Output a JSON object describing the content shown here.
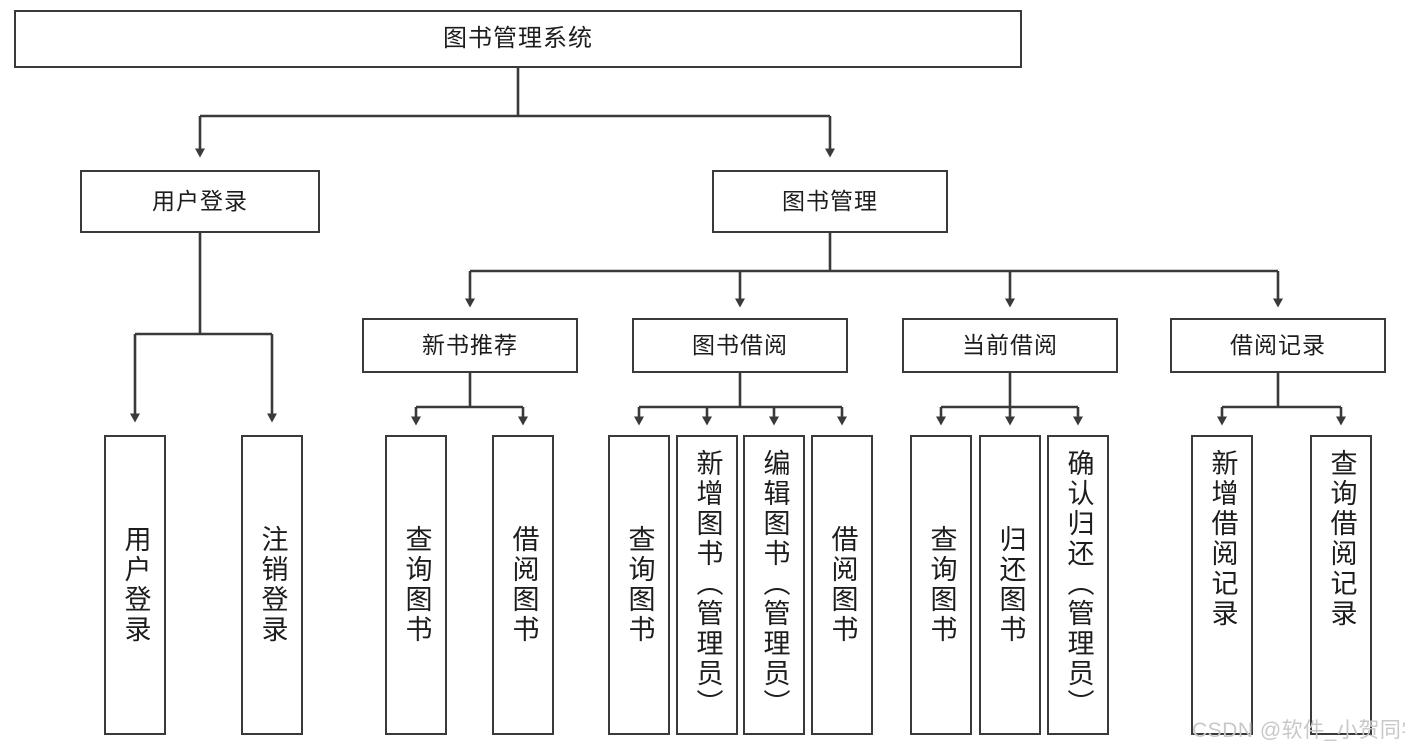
{
  "diagram": {
    "title": "图书管理系统",
    "type": "功能结构图",
    "watermark": "CSDN @软件_小贺同学",
    "colors": {
      "stroke": "#3a3a3a",
      "background": "#ffffff",
      "text": "#1d1d1d",
      "watermark": "#c8c8c8"
    },
    "nodes": {
      "root": {
        "label": "图书管理系统"
      },
      "level2": [
        {
          "id": "user-login",
          "label": "用户登录"
        },
        {
          "id": "book-manage",
          "label": "图书管理"
        }
      ],
      "level3": [
        {
          "id": "new-book-recommend",
          "label": "新书推荐"
        },
        {
          "id": "book-borrow",
          "label": "图书借阅"
        },
        {
          "id": "current-borrow",
          "label": "当前借阅"
        },
        {
          "id": "borrow-record",
          "label": "借阅记录"
        }
      ],
      "leaves": {
        "user-login": [
          {
            "id": "leaf-user-login",
            "label": "用户登录"
          },
          {
            "id": "leaf-logout-login",
            "label": "注销登录"
          }
        ],
        "new-book-recommend": [
          {
            "id": "leaf-query-book-1",
            "label": "查询图书"
          },
          {
            "id": "leaf-borrow-book-1",
            "label": "借阅图书"
          }
        ],
        "book-borrow": [
          {
            "id": "leaf-query-book-2",
            "label": "查询图书"
          },
          {
            "id": "leaf-add-book",
            "label": "新增图书（管理员）"
          },
          {
            "id": "leaf-edit-book",
            "label": "编辑图书（管理员）"
          },
          {
            "id": "leaf-borrow-book-2",
            "label": "借阅图书"
          }
        ],
        "current-borrow": [
          {
            "id": "leaf-query-book-3",
            "label": "查询图书"
          },
          {
            "id": "leaf-return-book",
            "label": "归还图书"
          },
          {
            "id": "leaf-confirm-return",
            "label": "确认归还（管理员）"
          }
        ],
        "borrow-record": [
          {
            "id": "leaf-add-record",
            "label": "新增借阅记录"
          },
          {
            "id": "leaf-query-record",
            "label": "查询借阅记录"
          }
        ]
      }
    },
    "hierarchy": {
      "图书管理系统": [
        "用户登录",
        "图书管理"
      ],
      "用户登录": [
        "用户登录",
        "注销登录"
      ],
      "图书管理": [
        "新书推荐",
        "图书借阅",
        "当前借阅",
        "借阅记录"
      ],
      "新书推荐": [
        "查询图书",
        "借阅图书"
      ],
      "图书借阅": [
        "查询图书",
        "新增图书（管理员）",
        "编辑图书（管理员）",
        "借阅图书"
      ],
      "当前借阅": [
        "查询图书",
        "归还图书",
        "确认归还（管理员）"
      ],
      "借阅记录": [
        "新增借阅记录",
        "查询借阅记录"
      ]
    }
  }
}
